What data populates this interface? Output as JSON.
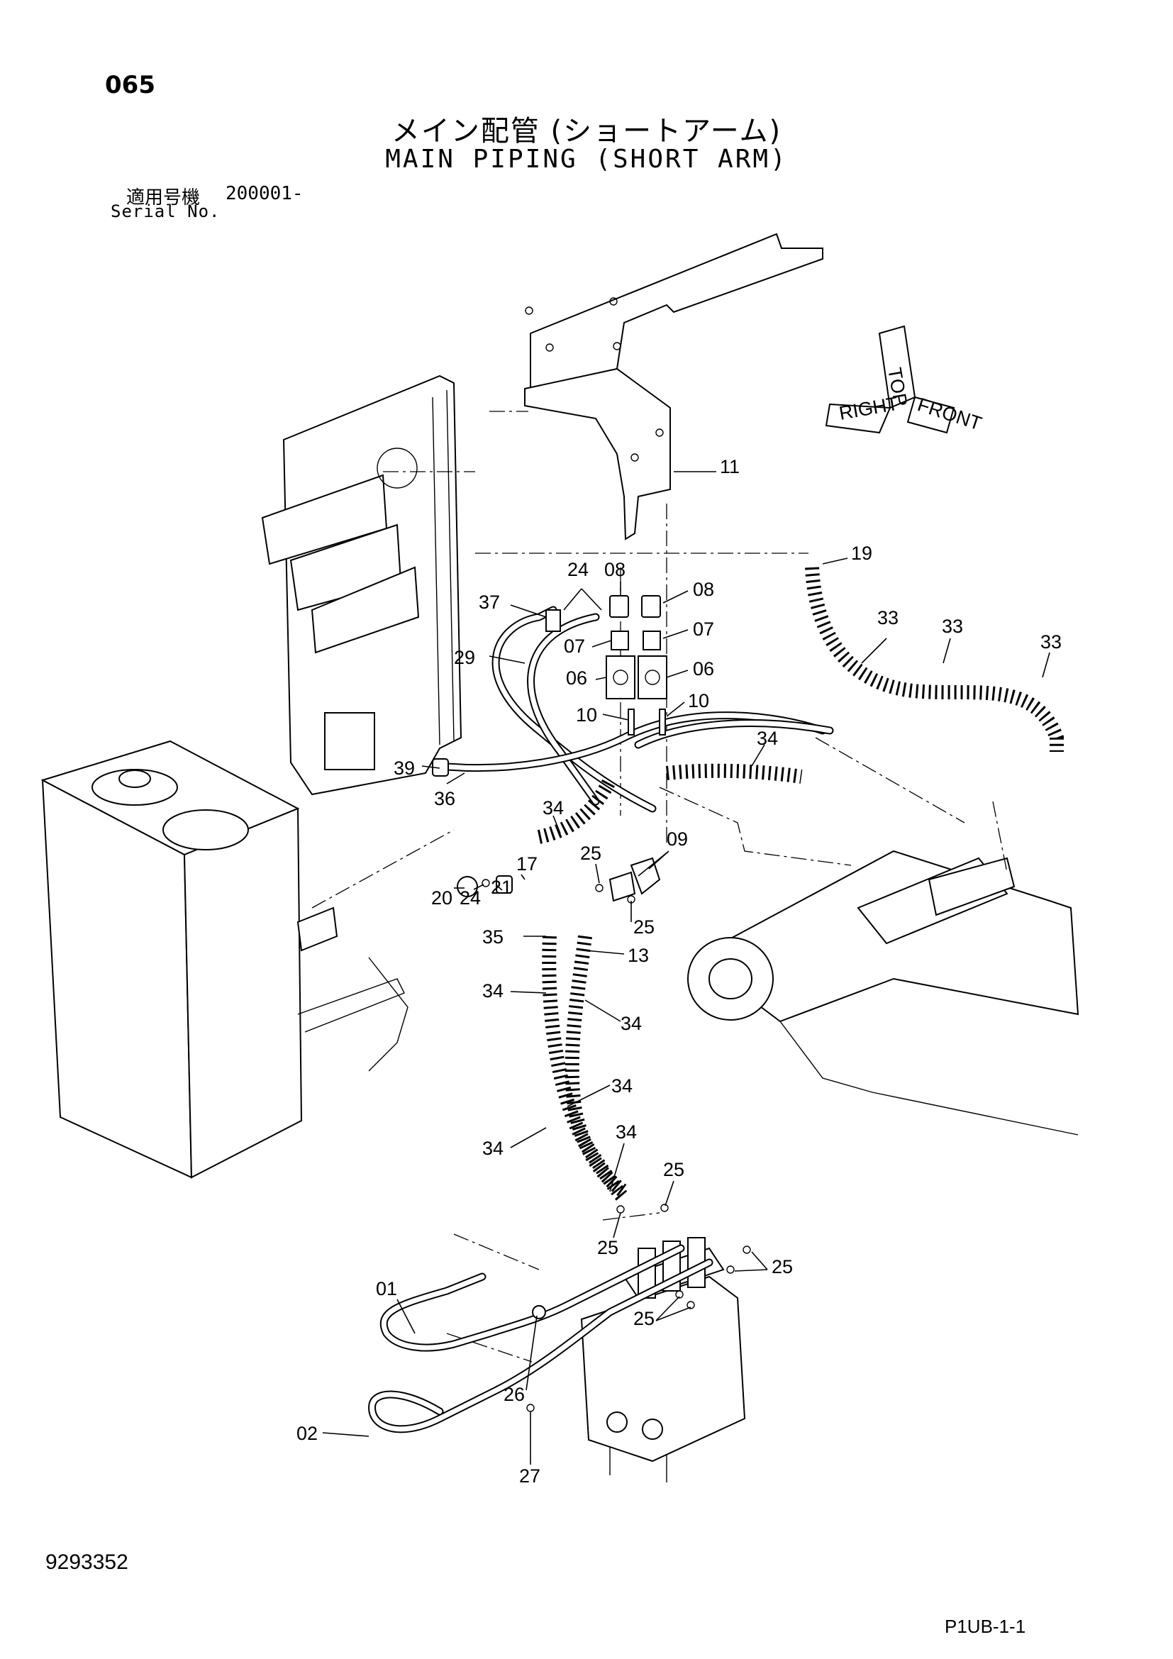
{
  "header": {
    "page_number": "065",
    "title_jp": "メイン配管 (ショートアーム)",
    "title_en": "MAIN PIPING (SHORT ARM)",
    "serial_label_jp": "適用号機",
    "serial_value": "200001-",
    "serial_label_en": "Serial No."
  },
  "orientation_icon": {
    "labels": [
      "TOP",
      "FRONT",
      "RIGHT"
    ]
  },
  "callouts": [
    {
      "id": "c11",
      "text": "11"
    },
    {
      "id": "c24a",
      "text": "24"
    },
    {
      "id": "c08a",
      "text": "08"
    },
    {
      "id": "c08b",
      "text": "08"
    },
    {
      "id": "c19",
      "text": "19"
    },
    {
      "id": "c37",
      "text": "37"
    },
    {
      "id": "c07a",
      "text": "07"
    },
    {
      "id": "c07b",
      "text": "07"
    },
    {
      "id": "c33a",
      "text": "33"
    },
    {
      "id": "c33b",
      "text": "33"
    },
    {
      "id": "c33c",
      "text": "33"
    },
    {
      "id": "c29",
      "text": "29"
    },
    {
      "id": "c06a",
      "text": "06"
    },
    {
      "id": "c06b",
      "text": "06"
    },
    {
      "id": "c10a",
      "text": "10"
    },
    {
      "id": "c10b",
      "text": "10"
    },
    {
      "id": "c34a",
      "text": "34"
    },
    {
      "id": "c39",
      "text": "39"
    },
    {
      "id": "c36",
      "text": "36"
    },
    {
      "id": "c34b",
      "text": "34"
    },
    {
      "id": "c09",
      "text": "09"
    },
    {
      "id": "c25a",
      "text": "25"
    },
    {
      "id": "c20",
      "text": "20"
    },
    {
      "id": "c24b",
      "text": "24"
    },
    {
      "id": "c21",
      "text": "21"
    },
    {
      "id": "c17",
      "text": "17"
    },
    {
      "id": "c25b",
      "text": "25"
    },
    {
      "id": "c35",
      "text": "35"
    },
    {
      "id": "c13",
      "text": "13"
    },
    {
      "id": "c34c",
      "text": "34"
    },
    {
      "id": "c34d",
      "text": "34"
    },
    {
      "id": "c34e",
      "text": "34"
    },
    {
      "id": "c34f",
      "text": "34"
    },
    {
      "id": "c34g",
      "text": "34"
    },
    {
      "id": "c25c",
      "text": "25"
    },
    {
      "id": "c25d",
      "text": "25"
    },
    {
      "id": "c25e",
      "text": "25"
    },
    {
      "id": "c01",
      "text": "01"
    },
    {
      "id": "c25f",
      "text": "25"
    },
    {
      "id": "c26",
      "text": "26"
    },
    {
      "id": "c02",
      "text": "02"
    },
    {
      "id": "c27",
      "text": "27"
    }
  ],
  "footer": {
    "figure_number": "9293352",
    "sheet_code": "P1UB-1-1"
  }
}
